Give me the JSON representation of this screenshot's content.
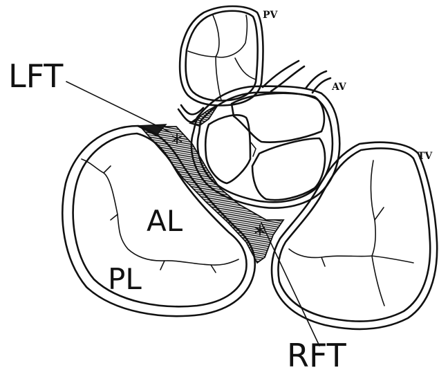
{
  "labels": {
    "lft": "LFT",
    "rft": "RFT",
    "al": "AL",
    "pl": "PL",
    "pv": "PV",
    "av": "AV",
    "tv": "TV",
    "asterisk": "*"
  }
}
